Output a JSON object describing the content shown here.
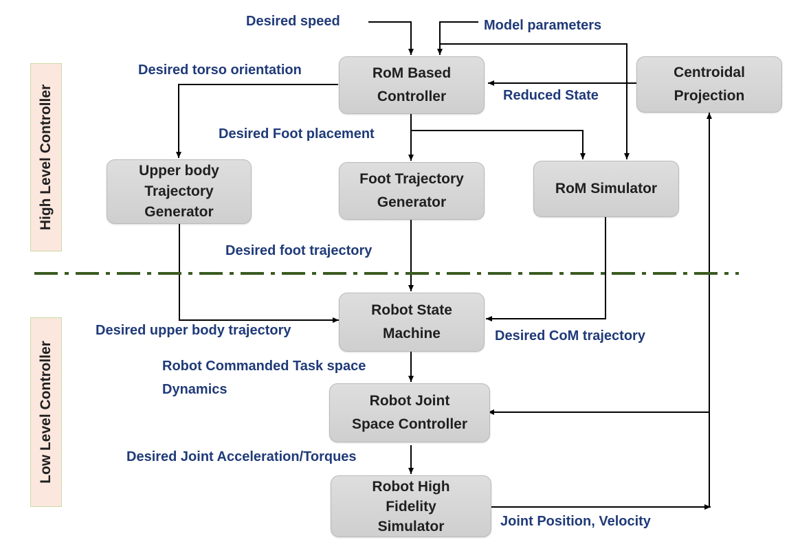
{
  "side_labels": {
    "high": "High Level Controller",
    "low": "Low Level Controller"
  },
  "blocks": {
    "rom_controller": "RoM Based\nController",
    "centroidal": "Centroidal\nProjection",
    "upper_body": "Upper body\nTrajectory\nGenerator",
    "foot_traj": "Foot Trajectory\nGenerator",
    "rom_sim": "RoM Simulator",
    "state_machine": "Robot State\nMachine",
    "joint_ctrl": "Robot Joint\nSpace Controller",
    "hifi_sim": "Robot High\nFidelity\nSimulator"
  },
  "signals": {
    "desired_speed": "Desired speed",
    "model_params": "Model parameters",
    "torso_orientation": "Desired torso orientation",
    "reduced_state": "Reduced State",
    "foot_placement": "Desired Foot placement",
    "foot_trajectory": "Desired foot trajectory",
    "upper_body_traj": "Desired upper body trajectory",
    "com_traj": "Desired CoM trajectory",
    "task_space": "Robot Commanded Task space\nDynamics",
    "joint_accel": "Desired Joint Acceleration/Torques",
    "joint_pos_vel": "Joint Position, Velocity"
  },
  "colors": {
    "label": "#1f3a78",
    "divider": "#3a5a1f",
    "block_fill": "#d7d7d7",
    "side_fill": "#fbe7de"
  }
}
